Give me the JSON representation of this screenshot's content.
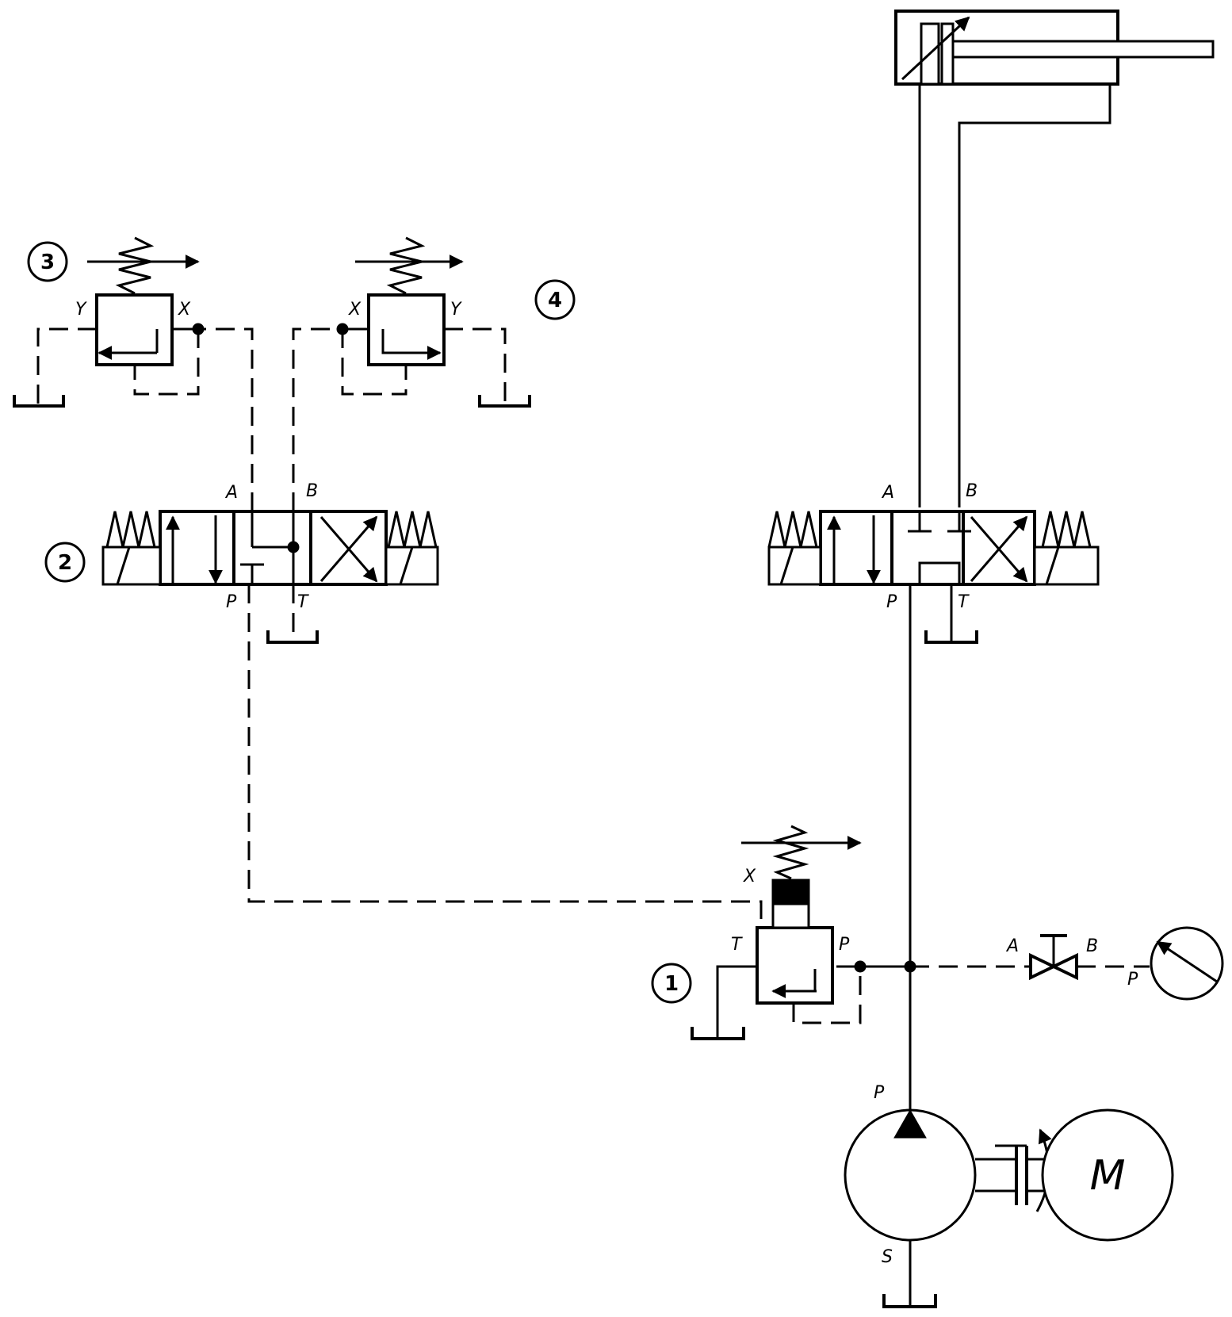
{
  "components": {
    "relief_valve_1": {
      "number": "1",
      "port_t": "T",
      "port_p": "P",
      "port_x": "X"
    },
    "directional_valve_2": {
      "number": "2",
      "port_a": "A",
      "port_b": "B",
      "port_p": "P",
      "port_t": "T"
    },
    "relief_valve_3": {
      "number": "3",
      "port_y": "Y",
      "port_x": "X"
    },
    "relief_valve_4": {
      "number": "4",
      "port_x": "X",
      "port_y": "Y"
    },
    "directional_valve_main": {
      "port_a": "A",
      "port_b": "B",
      "port_p": "P",
      "port_t": "T"
    },
    "shutoff_valve": {
      "port_a": "A",
      "port_b": "B"
    },
    "gauge": {
      "port_p": "P"
    },
    "pump": {
      "port_p": "P",
      "port_s": "S"
    },
    "motor": {
      "label": "M"
    }
  }
}
